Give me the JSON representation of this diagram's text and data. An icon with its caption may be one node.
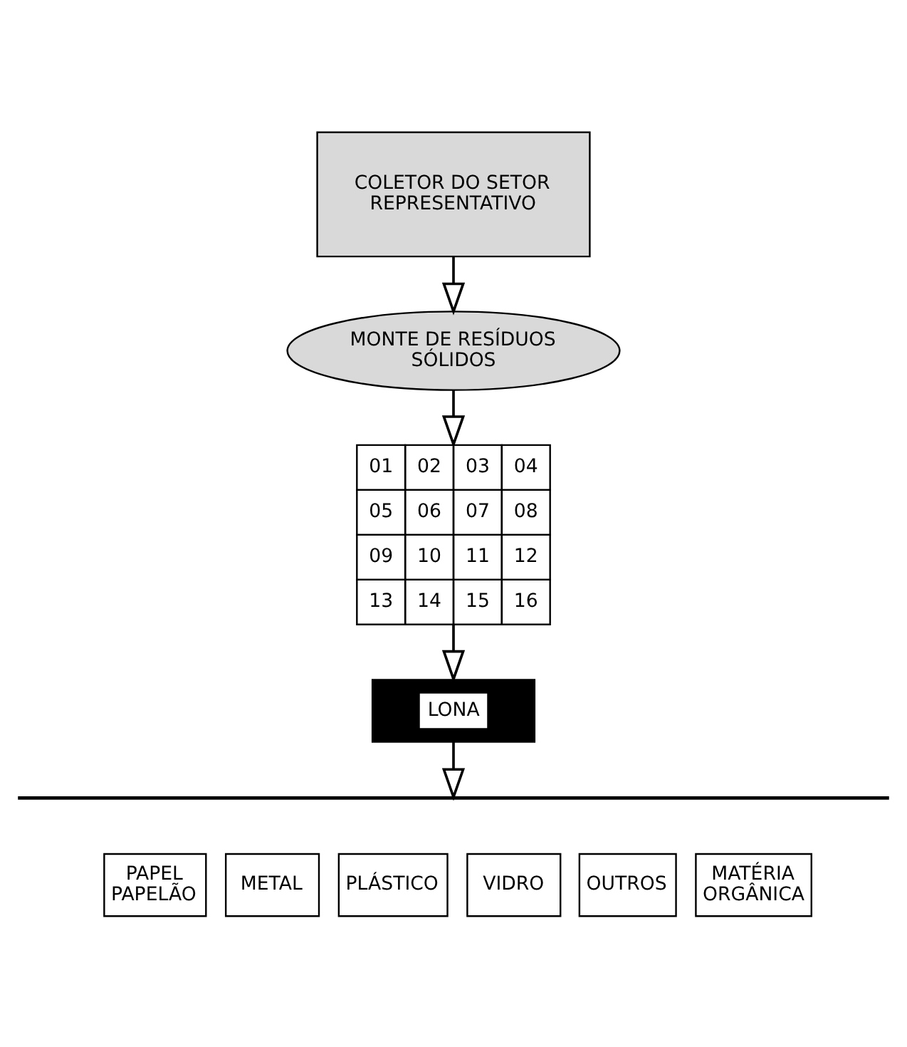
{
  "diagram": {
    "nodes": [
      {
        "text": [
          "COLETOR DO SETOR REPRESENTATIVO"
        ]
      },
      {
        "text": [
          "MONTE DE RESÍDUOS SÓLIDOS"
        ]
      },
      {
        "text": [
          "01",
          "02",
          "03",
          "04",
          "05",
          "06",
          "07",
          "08",
          "09",
          "10",
          "11",
          "12",
          "13",
          "14",
          "15",
          "16"
        ]
      },
      {
        "text": [
          "LONA"
        ]
      },
      {
        "text": [],
        "shape": "bar"
      },
      {
        "text": [
          "PAPEL PAPELÃO"
        ]
      },
      {
        "text": [
          "METAL"
        ]
      },
      {
        "text": [
          "PLÁSTICO"
        ]
      },
      {
        "text": [
          "VIDRO"
        ]
      },
      {
        "text": [
          "OUTROS"
        ]
      },
      {
        "text": [
          "MATÉRIA ORGÂNICA"
        ]
      }
    ],
    "edges": [
      {
        "from": 0,
        "to": 1,
        "arrow": "to"
      },
      {
        "from": 1,
        "to": 2,
        "arrow": "to"
      },
      {
        "from": 2,
        "to": 3,
        "arrow": "to"
      },
      {
        "from": 3,
        "to": 4,
        "arrow": "to"
      }
    ]
  }
}
